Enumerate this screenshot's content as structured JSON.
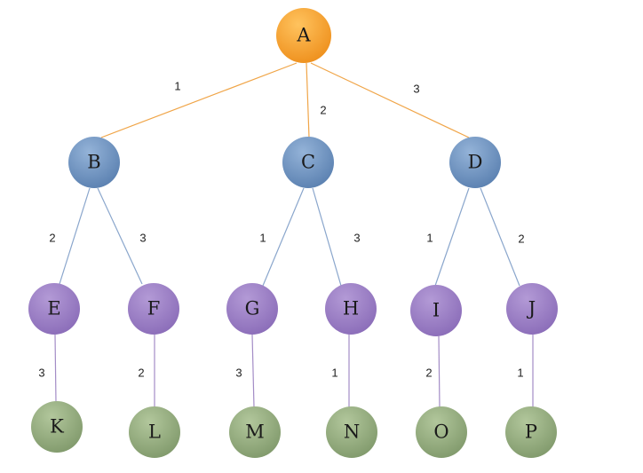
{
  "tree": {
    "colors": {
      "root": "#f5a030",
      "level1": "#6f95c2",
      "level2": "#9a7cc3",
      "level3": "#94ad7c",
      "edge_root": "#f0a548",
      "edge_level1": "#8aa6cc",
      "edge_level2": "#a38cc6"
    },
    "nodes": [
      {
        "id": "A",
        "label": "A",
        "level": 0
      },
      {
        "id": "B",
        "label": "B",
        "level": 1
      },
      {
        "id": "C",
        "label": "C",
        "level": 1
      },
      {
        "id": "D",
        "label": "D",
        "level": 1
      },
      {
        "id": "E",
        "label": "E",
        "level": 2
      },
      {
        "id": "F",
        "label": "F",
        "level": 2
      },
      {
        "id": "G",
        "label": "G",
        "level": 2
      },
      {
        "id": "H",
        "label": "H",
        "level": 2
      },
      {
        "id": "I",
        "label": "I",
        "level": 2
      },
      {
        "id": "J",
        "label": "J",
        "level": 2
      },
      {
        "id": "K",
        "label": "K",
        "level": 3
      },
      {
        "id": "L",
        "label": "L",
        "level": 3
      },
      {
        "id": "M",
        "label": "M",
        "level": 3
      },
      {
        "id": "N",
        "label": "N",
        "level": 3
      },
      {
        "id": "O",
        "label": "O",
        "level": 3
      },
      {
        "id": "P",
        "label": "P",
        "level": 3
      }
    ],
    "edges": [
      {
        "from": "A",
        "to": "B",
        "label": "1"
      },
      {
        "from": "A",
        "to": "C",
        "label": "2"
      },
      {
        "from": "A",
        "to": "D",
        "label": "3"
      },
      {
        "from": "B",
        "to": "E",
        "label": "2"
      },
      {
        "from": "B",
        "to": "F",
        "label": "3"
      },
      {
        "from": "C",
        "to": "G",
        "label": "1"
      },
      {
        "from": "C",
        "to": "H",
        "label": "3"
      },
      {
        "from": "D",
        "to": "I",
        "label": "1"
      },
      {
        "from": "D",
        "to": "J",
        "label": "2"
      },
      {
        "from": "E",
        "to": "K",
        "label": "3"
      },
      {
        "from": "F",
        "to": "L",
        "label": "2"
      },
      {
        "from": "G",
        "to": "M",
        "label": "3"
      },
      {
        "from": "H",
        "to": "N",
        "label": "1"
      },
      {
        "from": "I",
        "to": "O",
        "label": "2"
      },
      {
        "from": "J",
        "to": "P",
        "label": "1"
      }
    ]
  }
}
